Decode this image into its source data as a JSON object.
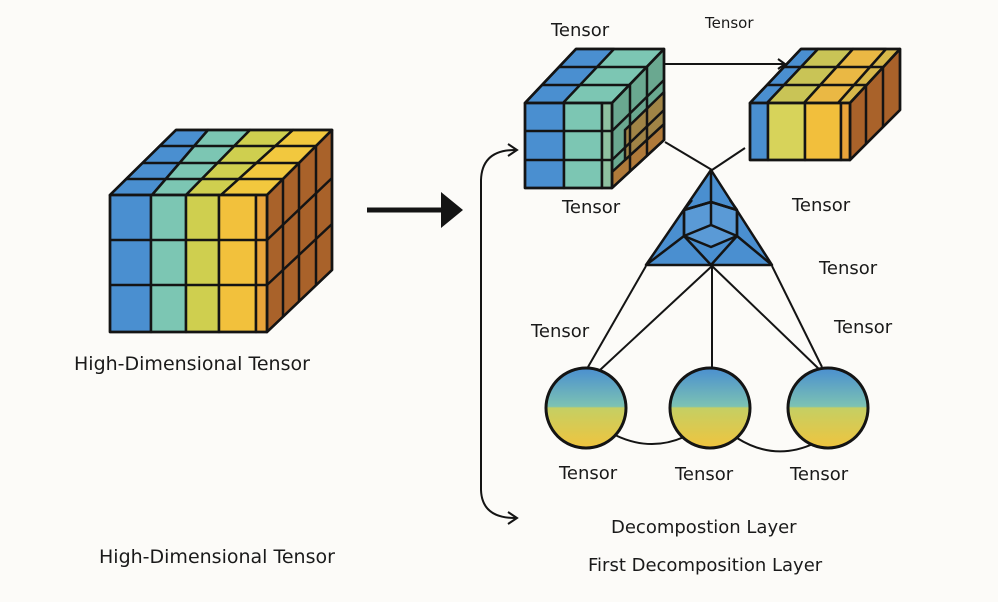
{
  "diagram": {
    "title_main": "High-Dimensional Tensor",
    "title_bottom_left": "High-Dimensional Tensor",
    "top_left_tensor_label": "Tensor",
    "top_center_label": "Tensor",
    "under_left_cube_label": "Tensor",
    "right_of_pyramid_label": "Tensor",
    "right_mid_label": "Tensor",
    "left_mid_label": "Tensor",
    "right_lower_label": "Tensor",
    "sphere_labels": [
      "Tensor",
      "Tensor",
      "Tensor"
    ],
    "layer_label": "Decompostion Layer",
    "first_layer_label": "First Decomposition Layer"
  },
  "colors": {
    "blue": "#4a8fd0",
    "teal": "#7cc6b3",
    "yellow_green": "#cfcf4f",
    "yellow": "#f2c13c",
    "orange": "#e9a43a",
    "brown": "#a9622a",
    "outline": "#141414",
    "background": "#fcfbf8"
  }
}
